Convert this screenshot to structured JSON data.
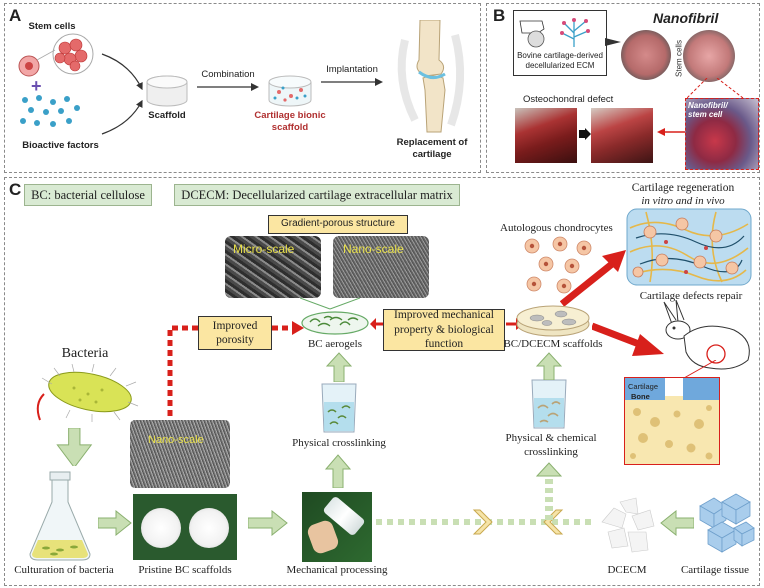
{
  "panel_a": {
    "label": "A",
    "stem_cells": "Stem cells",
    "bioactive_factors": "Bioactive factors",
    "scaffold": "Scaffold",
    "combination": "Combination",
    "cartilage_bionic_scaffold": "Cartilage bionic scaffold",
    "implantation": "Implantation",
    "replacement": "Replacement of cartilage"
  },
  "panel_b": {
    "label": "B",
    "title": "Nanofibril",
    "ecm_caption": "Bovine cartilage-derived decellularized ECM",
    "stem_cells": "Stem cells",
    "nanofibril_stem_cell": "Nanofibril/ stem cell",
    "osteochondral_defect": "Osteochondral defect"
  },
  "panel_c": {
    "label": "C",
    "bc_def": "BC: bacterial cellulose",
    "dcecm_def": "DCECM: Decellularized cartilage extracellular matrix",
    "gradient_porous": "Gradient-porous structure",
    "micro_scale": "Micro-scale",
    "nano_scale": "Nano-scale",
    "improved_porosity": "Improved porosity",
    "bc_aerogels": "BC aerogels",
    "improved_mech": "Improved mechanical property & biological function",
    "bc_dcecm_scaffolds": "BC/DCECM scaffolds",
    "autologous": "Autologous chondrocytes",
    "cart_regen_line1": "Cartilage regeneration",
    "cart_regen_line2": "in vitro and in vivo",
    "defects_repair": "Cartilage defects repair",
    "cartilage": "Cartilage",
    "bone": "Bone",
    "bacteria": "Bacteria",
    "nano_scale_small": "Nano-scale",
    "physical_crosslinking": "Physical crosslinking",
    "physical_chemical": "Physical & chemical crosslinking",
    "culturation": "Culturation of bacteria",
    "pristine": "Pristine BC scaffolds",
    "mechanical": "Mechanical processing",
    "dcecm": "DCECM",
    "cartilage_tissue": "Cartilage  tissue"
  },
  "colors": {
    "green_box": "#d9ead3",
    "yellow_box": "#fbe6a2",
    "red_arrow": "#d8201b",
    "green_arrow": "#c9dfb4",
    "chevron": "#f6e4a8"
  }
}
